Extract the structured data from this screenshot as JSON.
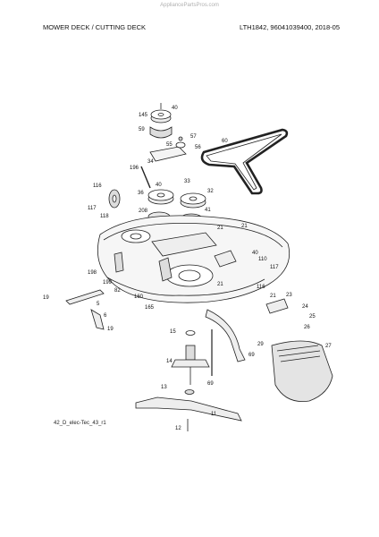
{
  "watermark": "AppliancePartsPros.com",
  "header": {
    "title": "MOWER DECK / CUTTING DECK",
    "model": "LTH1842, 96041039400, 2018-05"
  },
  "footer": {
    "code": "42_D_elec-Tec_43_r1"
  },
  "callouts": [
    "40",
    "145",
    "59",
    "57",
    "55",
    "56",
    "60",
    "34",
    "196",
    "33",
    "40",
    "36",
    "32",
    "116",
    "117",
    "118",
    "208",
    "41",
    "21",
    "21",
    "40",
    "110",
    "117",
    "116",
    "198",
    "199",
    "21",
    "82",
    "160",
    "165",
    "19",
    "5",
    "6",
    "19",
    "23",
    "21",
    "24",
    "25",
    "26",
    "27",
    "29",
    "15",
    "14",
    "69",
    "69",
    "13",
    "11",
    "12"
  ]
}
